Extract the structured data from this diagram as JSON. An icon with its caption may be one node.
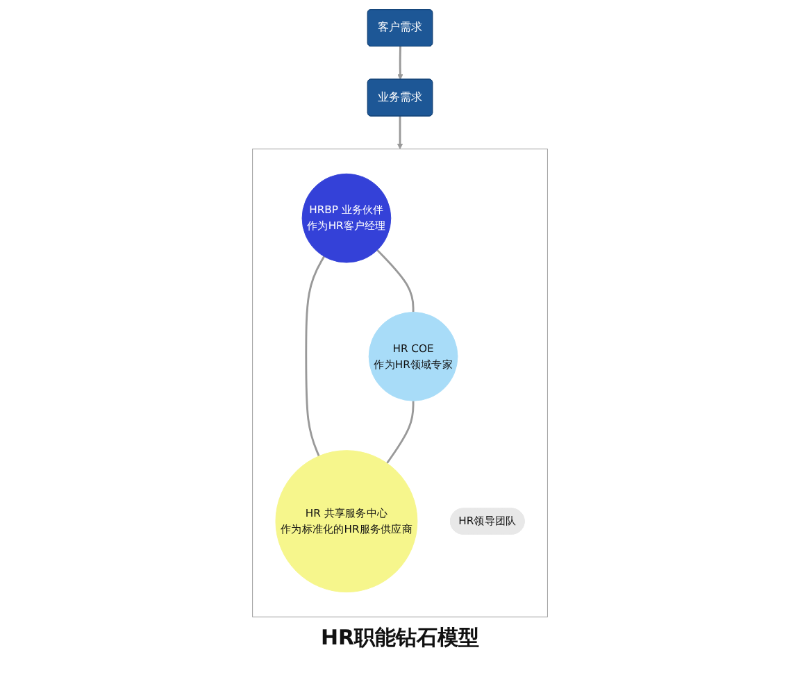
{
  "diagram": {
    "caption": "HR职能钻石模型",
    "nodes": [
      {
        "text": [
          "客户需求"
        ]
      },
      {
        "text": [
          "业务需求"
        ]
      },
      {
        "text": [],
        "shape": "box"
      },
      {
        "text": [
          "HRBP 业务伙伴",
          "作为HR客户经理"
        ],
        "in": 2
      },
      {
        "text": [
          "HR领导团队"
        ],
        "in": 2
      },
      {
        "text": [
          "HR COE",
          "作为HR领域专家"
        ],
        "in": 2
      },
      {
        "text": [
          "HR 共享服务中心",
          "作为标准化的HR服务供应商"
        ],
        "in": 2
      }
    ],
    "edges": [
      {
        "from": 0,
        "to": 1,
        "arrow": "to"
      },
      {
        "from": 1,
        "to": 2,
        "arrow": "to"
      },
      {
        "from": 3,
        "to": 5,
        "arrow": "none"
      },
      {
        "from": 3,
        "to": 6,
        "arrow": "none"
      },
      {
        "from": 5,
        "to": 6,
        "arrow": "none"
      }
    ]
  }
}
